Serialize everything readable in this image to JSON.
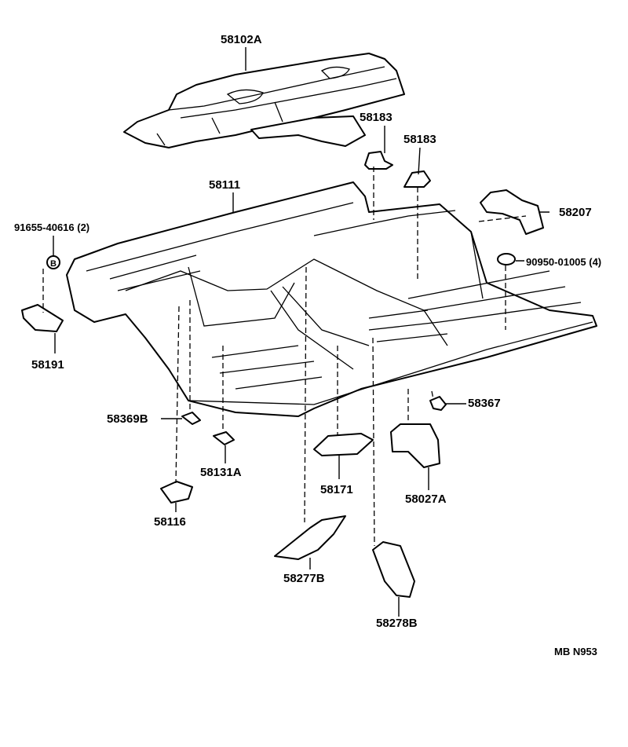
{
  "diagram": {
    "code": "MB N953",
    "callouts": {
      "p58102A": "58102A",
      "p58183a": "58183",
      "p58183b": "58183",
      "p58111": "58111",
      "p91655": "91655-40616 (2)",
      "p58207": "58207",
      "p90950": "90950-01005 (4)",
      "p58191": "58191",
      "p58367": "58367",
      "p58369B": "58369B",
      "p58131A": "58131A",
      "p58171": "58171",
      "p58027A": "58027A",
      "p58116": "58116",
      "p58277B": "58277B",
      "p58278B": "58278B"
    },
    "circle_letter": "B"
  }
}
